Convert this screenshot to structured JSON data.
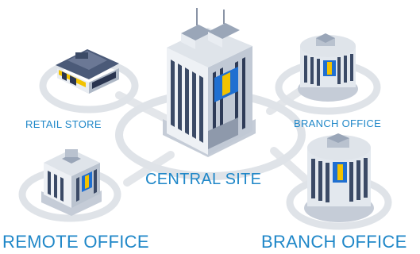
{
  "labels": {
    "retail_store": "RETAIL STORE",
    "branch_office_top": "BRANCH OFFICE",
    "central_site": "CENTRAL SITE",
    "remote_office": "REMOTE OFFICE",
    "branch_office_bottom": "BRANCH OFFICE"
  },
  "colors": {
    "label": "#1f87c8",
    "ring": "#dfe3e8",
    "link": "#e3e6ea",
    "building_light": "#eef1f5",
    "building_shade": "#b9c2cf",
    "window": "#3b4a66",
    "accent_blue": "#1f6fd1",
    "accent_yellow": "#f2c200"
  }
}
